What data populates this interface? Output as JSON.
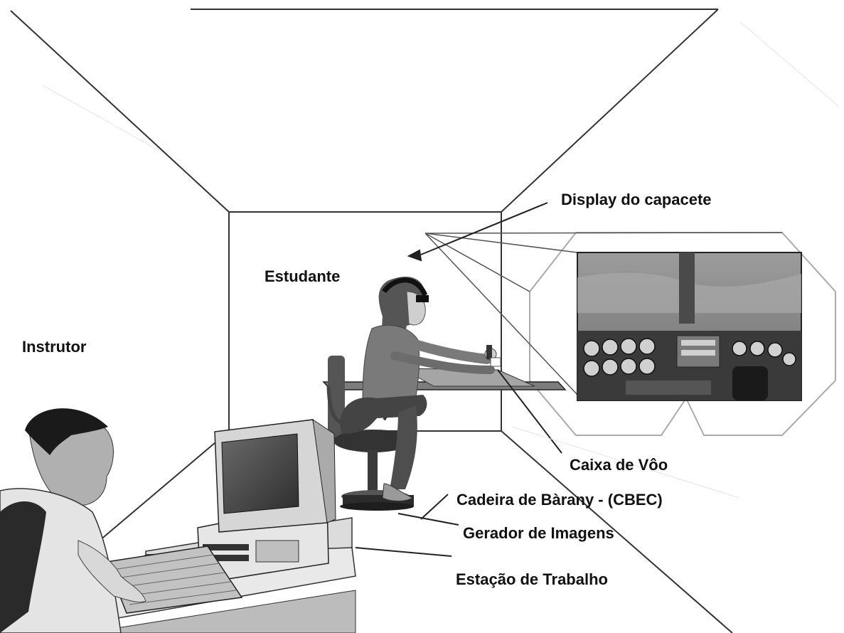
{
  "labels": {
    "display": "Display do capacete",
    "estudante": "Estudante",
    "instrutor": "Instrutor",
    "caixa": "Caixa de Vôo",
    "cadeira": "Cadeira de Bàrany - (CBEC)",
    "gerador": "Gerador de Imagens",
    "estacao": "Estação de Trabalho"
  },
  "colors": {
    "line": "#333333",
    "sky": "#8a8a8a",
    "panel": "#3a3a3a",
    "figure": "#7a7a7a",
    "hair": "#555555"
  }
}
